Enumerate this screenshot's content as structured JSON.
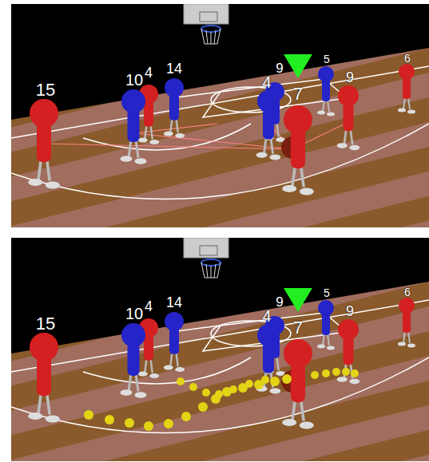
{
  "diagram": {
    "labels": [
      "15",
      "10",
      "4",
      "14",
      "9",
      "4",
      "7",
      "5",
      "9",
      "6",
      "15",
      "10",
      "4",
      "14",
      "9",
      "4",
      "7",
      "5",
      "9",
      "6"
    ]
  }
}
